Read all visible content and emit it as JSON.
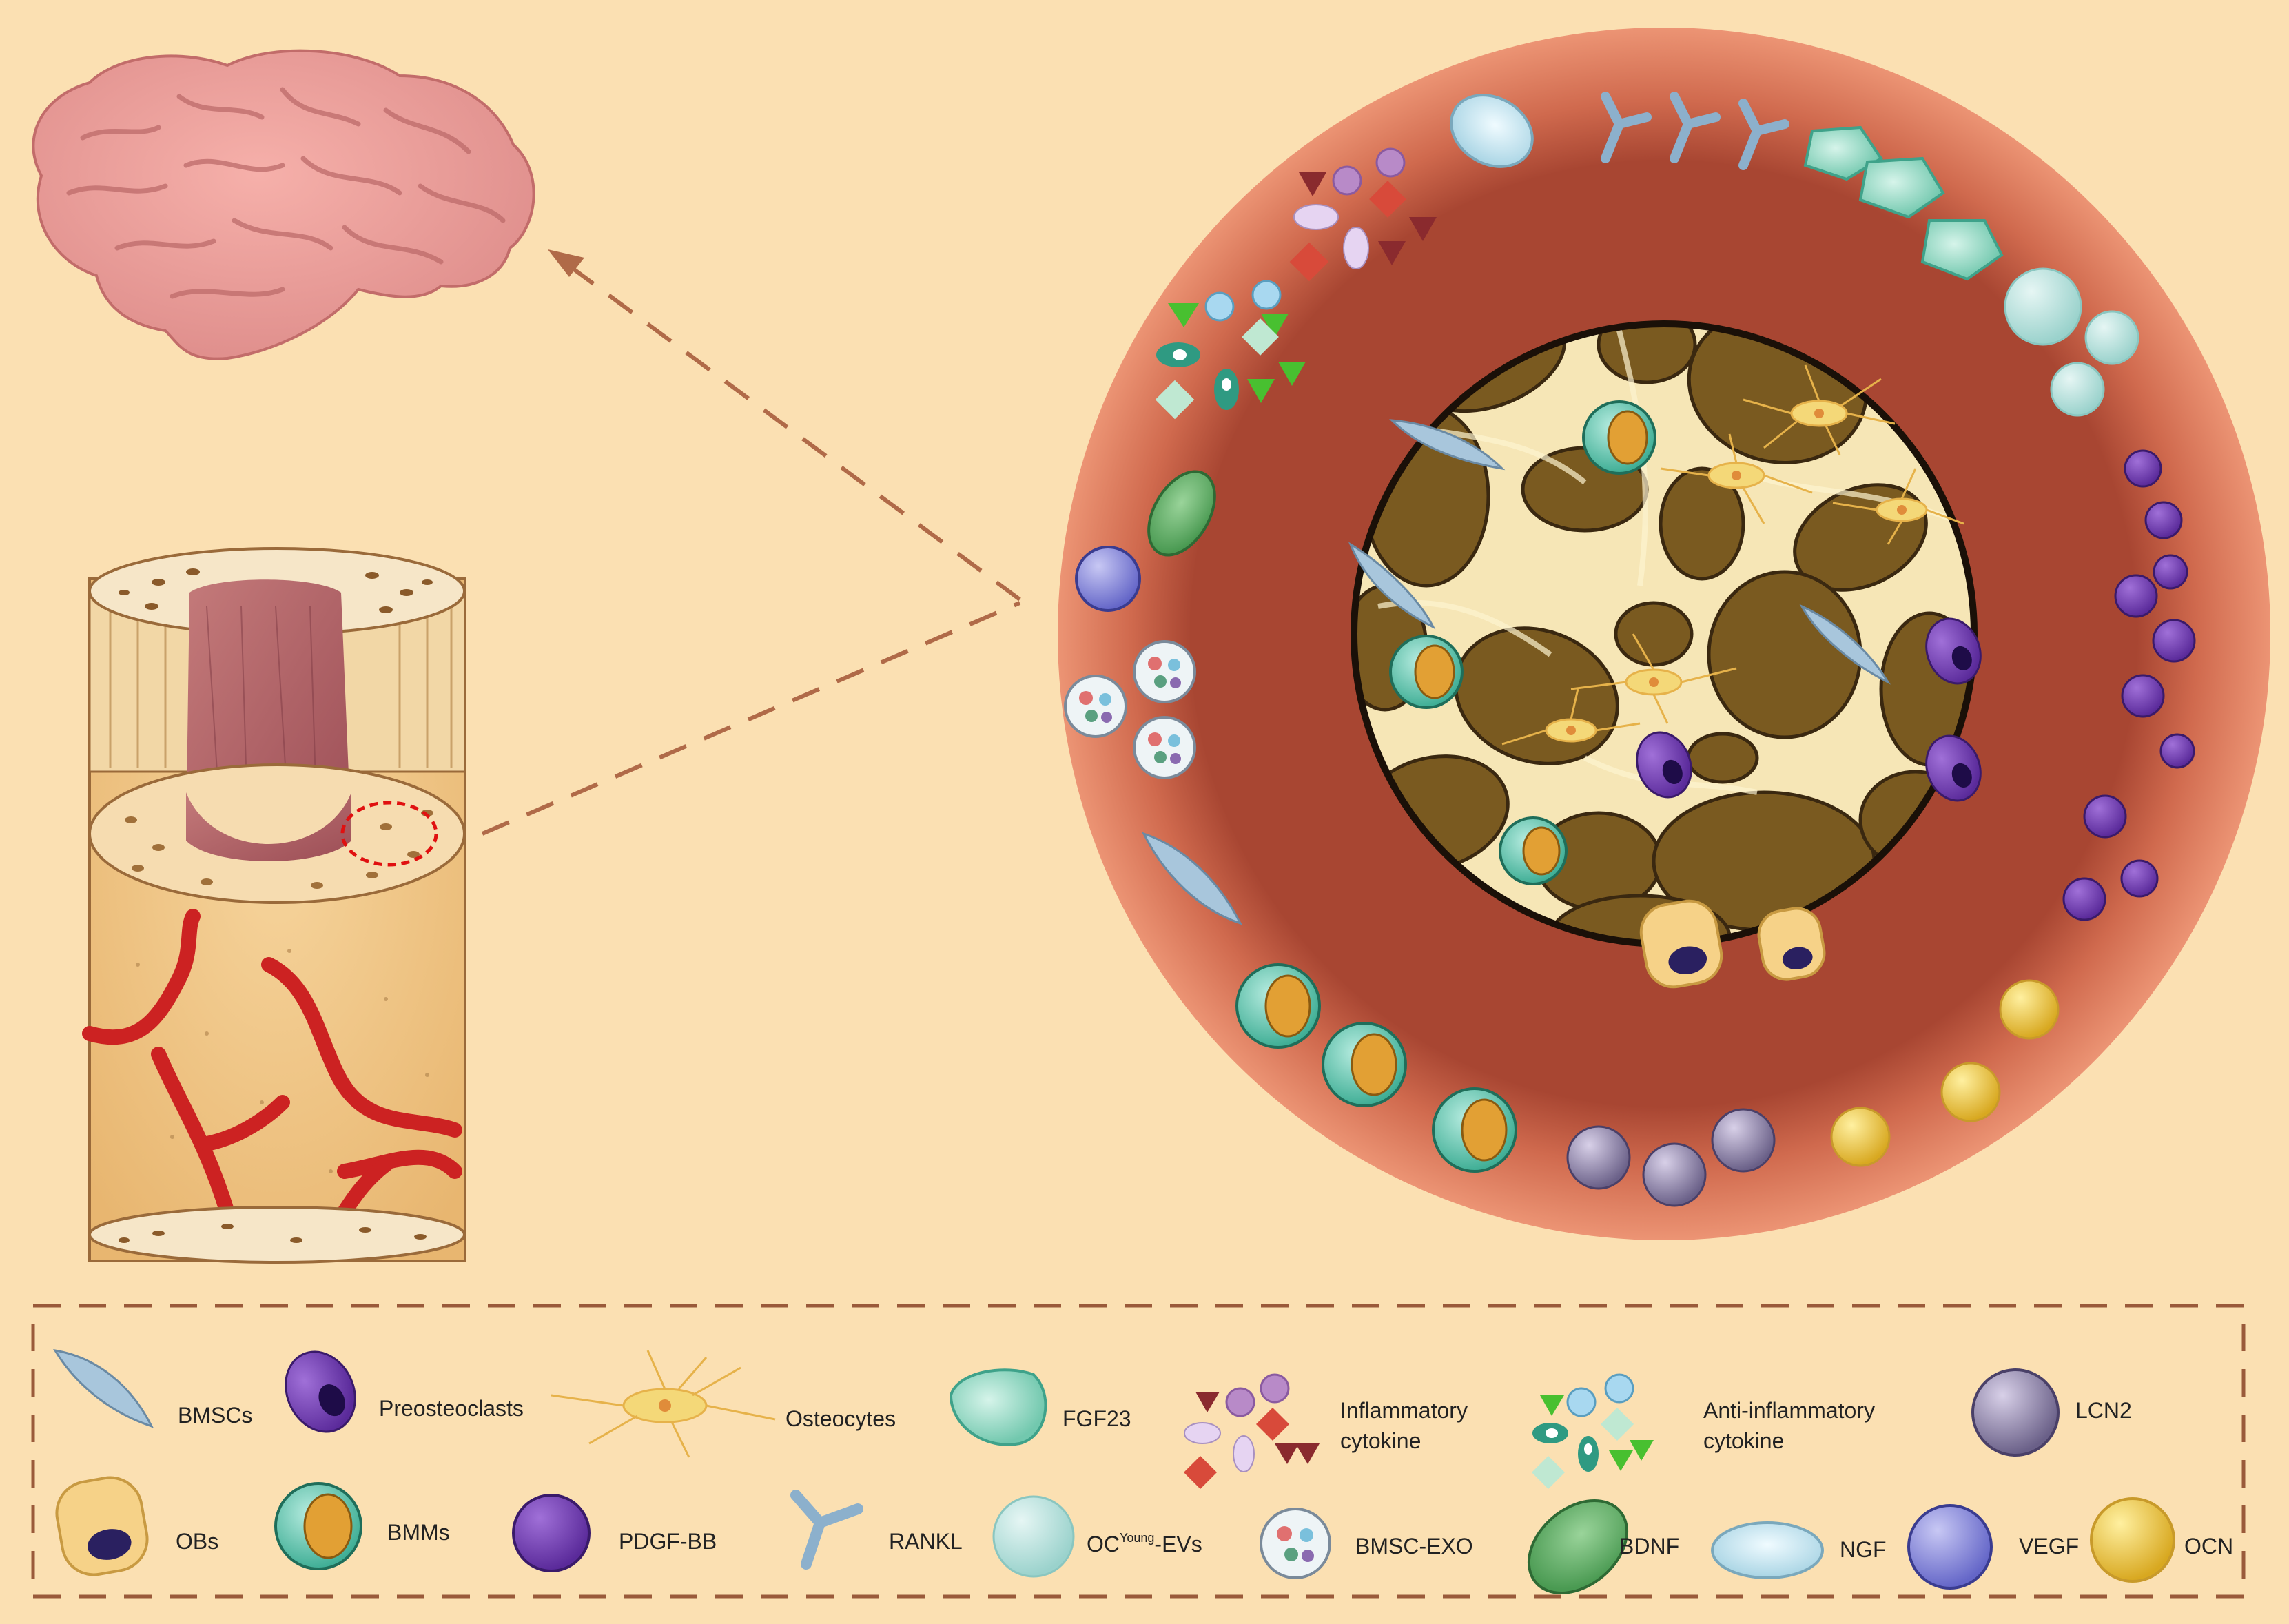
{
  "colors": {
    "background": "#fbe0b2",
    "ring_outer": "#e8896a",
    "ring_inner": "#b8553e",
    "bone_fill": "#f6e6b6",
    "cavity": "#7a5a20",
    "vessel": "#cc2222",
    "arrow": "#b06a48",
    "highlight_circle": "#e01010"
  },
  "legend": {
    "row1": [
      {
        "icon": "bmsc-icon",
        "label": "BMSCs"
      },
      {
        "icon": "preosteoclast-icon",
        "label": "Preosteoclasts"
      },
      {
        "icon": "osteocyte-icon",
        "label": "Osteocytes"
      },
      {
        "icon": "fgf23-icon",
        "label": "FGF23"
      },
      {
        "icon": "inflammatory-cytokine-icon",
        "label": "Inflammatory cytokine"
      },
      {
        "icon": "anti-inflammatory-cytokine-icon",
        "label": "Anti-inflammatory cytokine"
      },
      {
        "icon": "lcn2-icon",
        "label": "LCN2"
      }
    ],
    "row2": [
      {
        "icon": "osteoblast-icon",
        "label": "OBs"
      },
      {
        "icon": "bmm-icon",
        "label": "BMMs"
      },
      {
        "icon": "pdgf-bb-icon",
        "label": "PDGF-BB"
      },
      {
        "icon": "rankl-icon",
        "label": "RANKL"
      },
      {
        "icon": "oc-young-ev-icon",
        "label": "OC",
        "sup": "Young",
        "after": "-EVs"
      },
      {
        "icon": "bmsc-exo-icon",
        "label": "BMSC-EXO"
      },
      {
        "icon": "bdnf-icon",
        "label": "BDNF"
      },
      {
        "icon": "ngf-icon",
        "label": "NGF"
      },
      {
        "icon": "vegf-icon",
        "label": "VEGF"
      },
      {
        "icon": "ocn-icon",
        "label": "OCN"
      }
    ]
  }
}
